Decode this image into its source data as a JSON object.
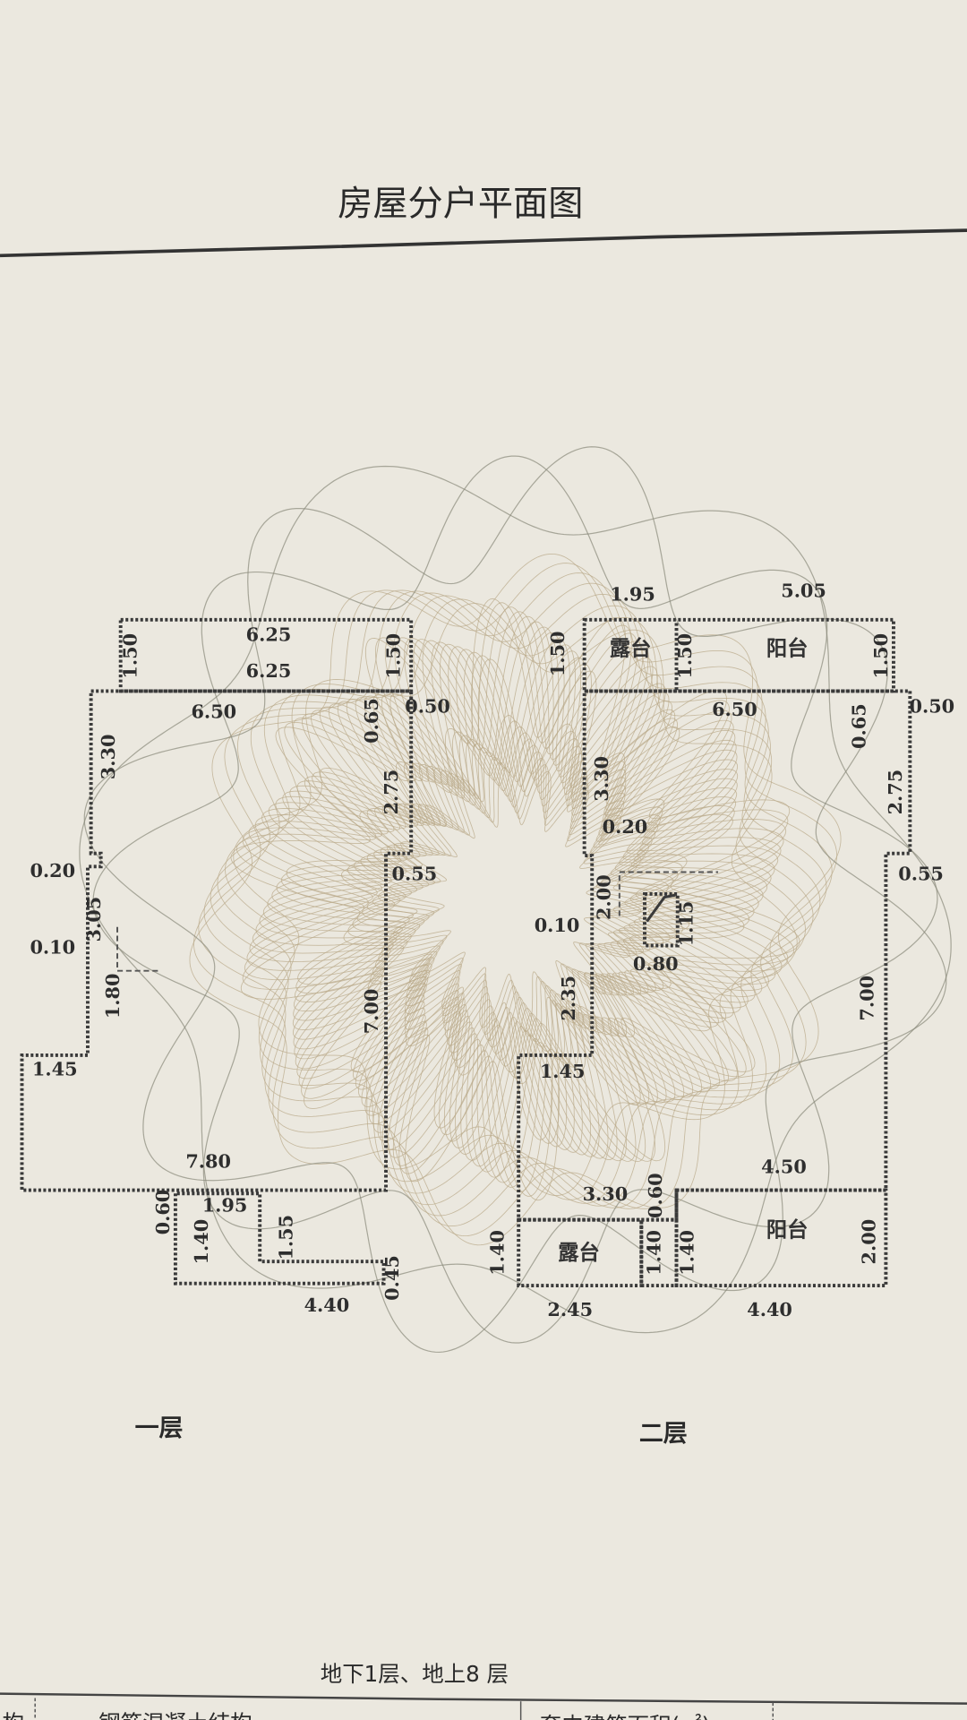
{
  "title": "房屋分户平面图",
  "floor1": {
    "caption": "一层",
    "dims": [
      "1.50",
      "6.25",
      "6.25",
      "1.50",
      "6.50",
      "0.65",
      "0.50",
      "3.30",
      "2.75",
      "0.20",
      "0.55",
      "3.05",
      "0.10",
      "1.80",
      "7.00",
      "1.45",
      "7.80",
      "0.60",
      "1.95",
      "1.40",
      "1.55",
      "0.45",
      "4.40"
    ]
  },
  "floor2": {
    "caption": "二层",
    "rooms": [
      "露台",
      "阳台",
      "露台",
      "阳台"
    ],
    "dims": [
      "1.95",
      "5.05",
      "1.50",
      "1.50",
      "1.50",
      "6.50",
      "0.65",
      "0.50",
      "3.30",
      "2.75",
      "0.20",
      "0.55",
      "2.00",
      "0.10",
      "1.15",
      "0.80",
      "2.35",
      "7.00",
      "1.45",
      "4.50",
      "3.30",
      "0.60",
      "1.40",
      "1.40",
      "1.40",
      "2.00",
      "2.45",
      "4.40"
    ]
  },
  "floors_note": "地下1层、地上8 层",
  "table_row": {
    "left_fragment": "构",
    "structure": "钢筋混凝土结构",
    "area_label": "套内建筑面积(㎡)"
  },
  "colors": {
    "paper": "#e9e6dc",
    "ink": "#2e2e2e",
    "guilloche": "#b9a98a"
  }
}
